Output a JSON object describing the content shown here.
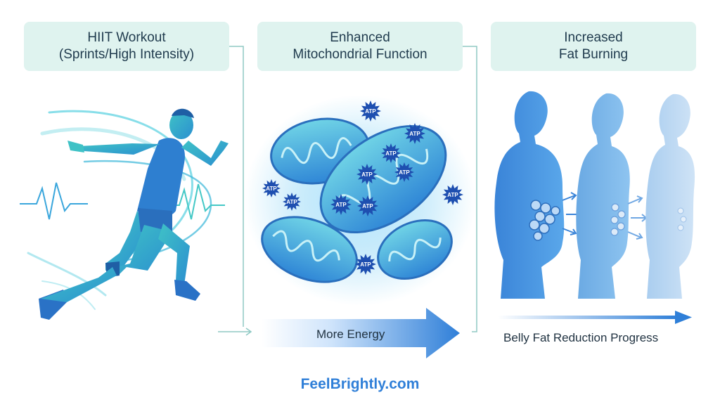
{
  "panels": [
    {
      "title_lines": [
        "HIIT Workout",
        "(Sprints/High Intensity)"
      ]
    },
    {
      "title_lines": [
        "Enhanced",
        "Mitochondrial Function"
      ]
    },
    {
      "title_lines": [
        "Increased",
        "Fat Burning"
      ]
    }
  ],
  "energy_arrow": {
    "label": "More Energy"
  },
  "progress_arrow": {
    "label": "Belly Fat Reduction Progress"
  },
  "molecule_label": "ATP",
  "brand": "FeelBrightly.com",
  "icons": [
    "sprinter-figure",
    "heartbeat-line",
    "mitochondrion",
    "atp-burst",
    "body-silhouette",
    "fat-cells",
    "right-arrow"
  ],
  "colors": {
    "title_bg": "#dff3ef",
    "title_text": "#1f3a4d",
    "accent_blue": "#2f7fd8",
    "teal": "#3cc7c2",
    "connector": "#8fc9c4"
  }
}
